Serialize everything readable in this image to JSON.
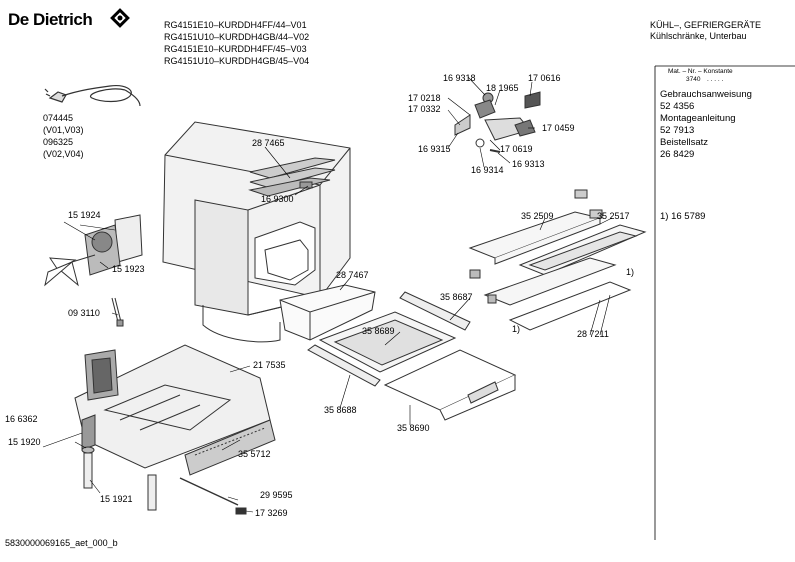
{
  "header": {
    "brand": "De Dietrich",
    "models": [
      "RG4151E10–KURDDH4FF/44–V01",
      "RG4151U10–KURDDH4GB/44–V02",
      "RG4151E10–KURDDH4FF/45–V03",
      "RG4151U10–KURDDH4GB/45–V04"
    ],
    "category": "KÜHL–, GEFRIERGERÄTE",
    "subcategory": "Kühlschränke, Unterbau"
  },
  "sidebar": {
    "column_header": "Mat. – Nr. – Konstante",
    "constant": "3740",
    "dots": ". . . . .",
    "items": [
      {
        "label": "Gebrauchsanweisung",
        "number": "52 4356"
      },
      {
        "label": "Montageanleitung",
        "number": "52 7913"
      },
      {
        "label": "Beistellsatz",
        "number": "26 8429"
      }
    ],
    "footnote": "1)  16 5789"
  },
  "parts": {
    "p074445": "074445",
    "p074445_var": "(V01,V03)",
    "p096325": "096325",
    "p096325_var": "(V02,V04)",
    "p169318": "16 9318",
    "p181965": "18 1965",
    "p170616": "17 0616",
    "p170218": "17 0218",
    "p170332": "17 0332",
    "p170459": "17 0459",
    "p169315": "16 9315",
    "p170619": "17 0619",
    "p169314": "16 9314",
    "p169313": "16 9313",
    "p287465": "28 7465",
    "p169300": "16 9300",
    "p151924": "15 1924",
    "p151923": "15 1923",
    "p093110": "09 3110",
    "p352509": "35 2509",
    "p352517": "35 2517",
    "fn1a": "1)",
    "fn1b": "1)",
    "p287467": "28 7467",
    "p358687": "35 8687",
    "p358689": "35 8689",
    "p287211": "28 7211",
    "p217535": "21 7535",
    "p166362": "16 6362",
    "p151920": "15 1920",
    "p355712": "35 5712",
    "p358688": "35 8688",
    "p358690": "35 8690",
    "p151921": "15 1921",
    "p299595": "29 9595",
    "p173269": "17 3269"
  },
  "footer": {
    "code": "5830000069165_aet_000_b"
  }
}
